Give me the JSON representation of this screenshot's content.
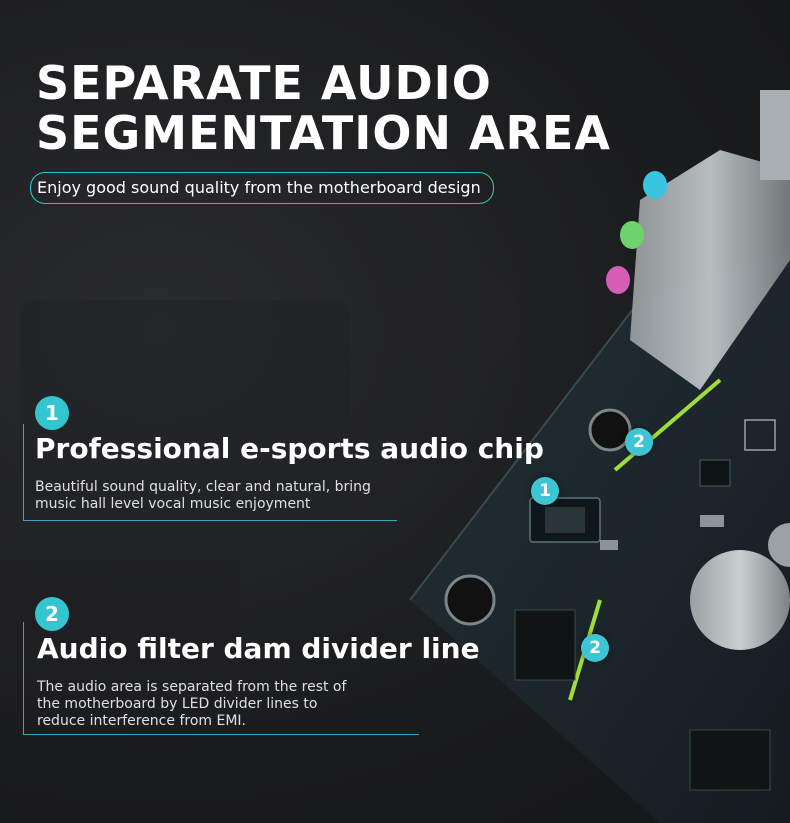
{
  "header": {
    "title_line1": "SEPARATE AUDIO",
    "title_line2": "SEGMENTATION AREA",
    "subtitle": "Enjoy good sound quality from the motherboard design"
  },
  "features": [
    {
      "number": "1",
      "title": "Professional e-sports audio chip",
      "desc_line1": "Beautiful sound quality, clear and natural, bring",
      "desc_line2": "music hall level vocal music enjoyment"
    },
    {
      "number": "2",
      "title": "Audio filter dam divider line",
      "desc_line1": "The audio area is separated from the rest of",
      "desc_line2": "the motherboard by LED divider lines to",
      "desc_line3": "reduce interference from EMI."
    }
  ],
  "board_markers": [
    "2",
    "1",
    "2"
  ],
  "colors": {
    "accent_cyan": "#33c6cf",
    "accent_green": "#7fe03a",
    "board": "#1e2a30",
    "text": "#ffffff"
  }
}
